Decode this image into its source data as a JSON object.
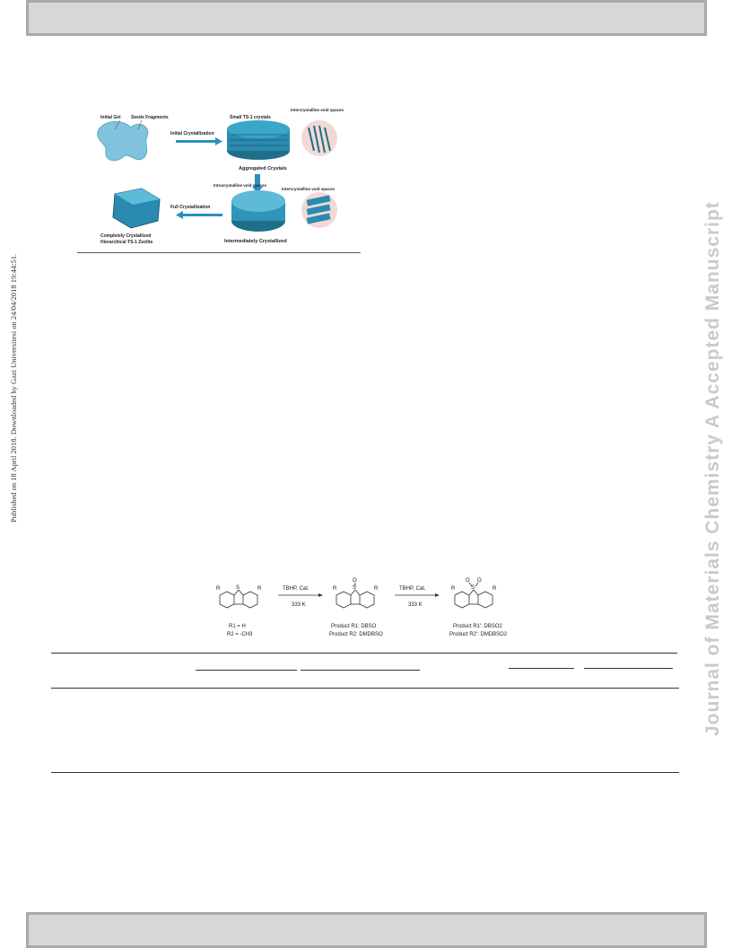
{
  "side_stamp": "Published on 18 April 2018. Downloaded by Gazi Universitesi on 24/04/2018 19:44:51.",
  "watermark": "Journal of Materials Chemistry A Accepted Manuscript",
  "figure": {
    "label_initial_gel": "Initial Gel",
    "label_seeds_fragments": "Seeds Fragments",
    "label_initial_crystallization": "Initial Crystallization",
    "label_small_crystals": "Small TS-1 crystals",
    "label_intercrystalline_top": "Intercrystalline void spaces",
    "label_aggregated": "Aggregated Crystals",
    "label_intracrystalline": "Intracrystalline void spaces",
    "label_intercrystalline_mid": "Intercrystalline void spaces",
    "label_full_crystallization": "Full Crystallization",
    "label_completely_line1": "Completely Crystallized",
    "label_completely_line2": "Hierarchical TS-1 Zeolite",
    "label_intermediately": "Intermediately Crystallized"
  },
  "scheme": {
    "substituent": "R",
    "sulfur": "S",
    "oxygen": "O",
    "arrow1_top": "TBHP, Cat.",
    "arrow1_bottom": "333 K",
    "arrow2_top": "TBHP, Cat.",
    "arrow2_bottom": "333 K",
    "r1": "R1 = H",
    "r2": "R2 = -CH3",
    "product_r1": "Product R1: DBSO",
    "product_r2": "Product R2: DMDBSO",
    "product_r1p": "Product R1': DBSO2",
    "product_r2p": "Product R2': DMDBSO2"
  },
  "colors": {
    "zeolite_blue": "#3aa6c8",
    "zeolite_dark": "#1f6f8a",
    "arrow_blue": "#2c8fc0",
    "halo_pink": "#f3d9d4",
    "bar_fill": "#d7d7d7",
    "bar_border": "#a9a9a9",
    "watermark": "#c9c9cf"
  }
}
